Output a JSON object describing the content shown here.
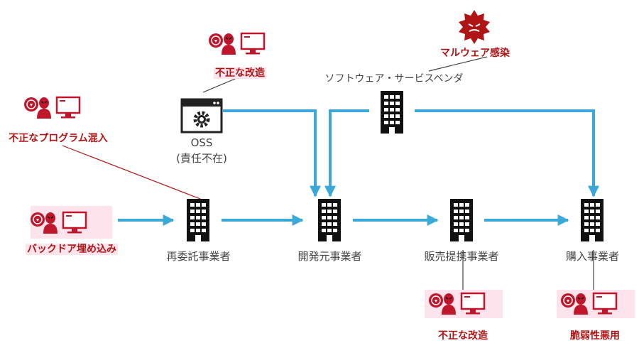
{
  "colors": {
    "flow": "#3aa8d8",
    "threat": "#b01515",
    "building": "#111111",
    "label": "#444444",
    "highlight": "#fde4ec"
  },
  "nodes": {
    "subcontractor": "再委託事業者",
    "developer": "開発元事業者",
    "distributor": "販売提携事業者",
    "purchaser": "購入事業者",
    "vendor": "ソフトウェア・サービスベンダ",
    "oss_name": "OSS",
    "oss_note": "(責任不在)"
  },
  "threats": {
    "backdoor": "バックドア埋め込み",
    "illegal_program": "不正なプログラム混入",
    "oss_tamper": "不正な改造",
    "malware": "マルウェア感染",
    "distributor_tamper": "不正な改造",
    "vulnerability": "脆弱性悪用"
  },
  "icons": {
    "attacker": "hacker-icon",
    "computer": "monitor-icon",
    "building": "office-building-icon",
    "settings": "gear-icon",
    "malware": "virus-icon"
  }
}
